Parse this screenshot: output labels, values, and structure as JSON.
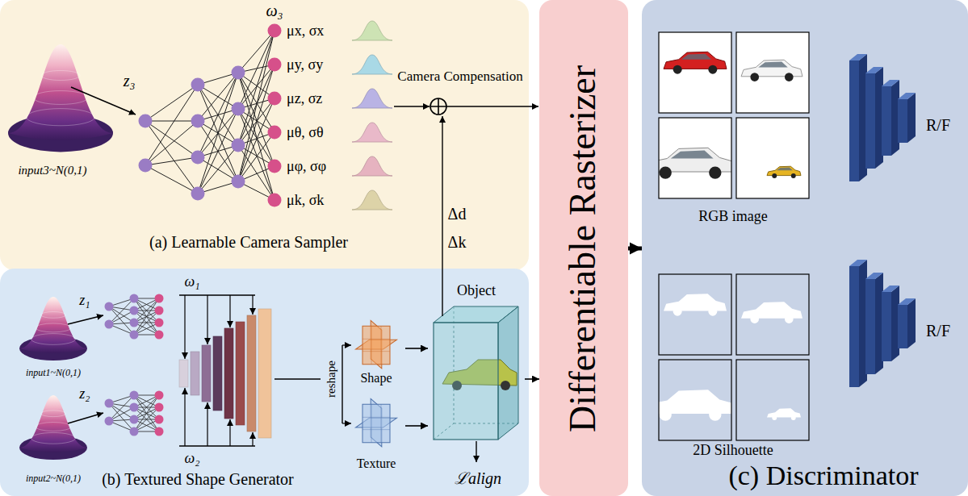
{
  "diagram": {
    "nodes": [
      {
        "text": [
          "(a) Learnable Camera Sampler"
        ]
      },
      {
        "text": [
          "(b) Textured Shape Generator"
        ]
      },
      {
        "text": [
          "Shape"
        ],
        "in": 1
      },
      {
        "text": [
          "Texture"
        ],
        "in": 1
      },
      {
        "text": [
          "Object"
        ],
        "in": 1
      },
      {
        "text": [
          "Differentiable Rasterizer"
        ]
      },
      {
        "text": [
          "(c) Discriminator"
        ]
      },
      {
        "text": [
          "RGB image"
        ],
        "in": 6
      },
      {
        "text": [
          "2D Silhouette"
        ],
        "in": 6
      }
    ],
    "edges": [
      {
        "from": 2,
        "to": 4,
        "arrow": "to"
      },
      {
        "from": 3,
        "to": 4,
        "arrow": "to"
      },
      {
        "from": 4,
        "to": 5,
        "arrow": "to"
      },
      {
        "from": 5,
        "to": 6,
        "arrow": "to"
      }
    ],
    "labels": [
      "ω₃",
      "z₃",
      "μx, σx",
      "μy, σy",
      "μz, σz",
      "μθ, σθ",
      "μφ, σφ",
      "μk, σk",
      "input3~N(0,1)",
      "Camera Compensation",
      "Δd",
      "Δk",
      "ω₁",
      "z₁",
      "z₂",
      "input1~N(0,1)",
      "input2~N(0,1)",
      "ω₂",
      "reshape",
      "ℒalign",
      "R/F",
      "R/F"
    ]
  }
}
